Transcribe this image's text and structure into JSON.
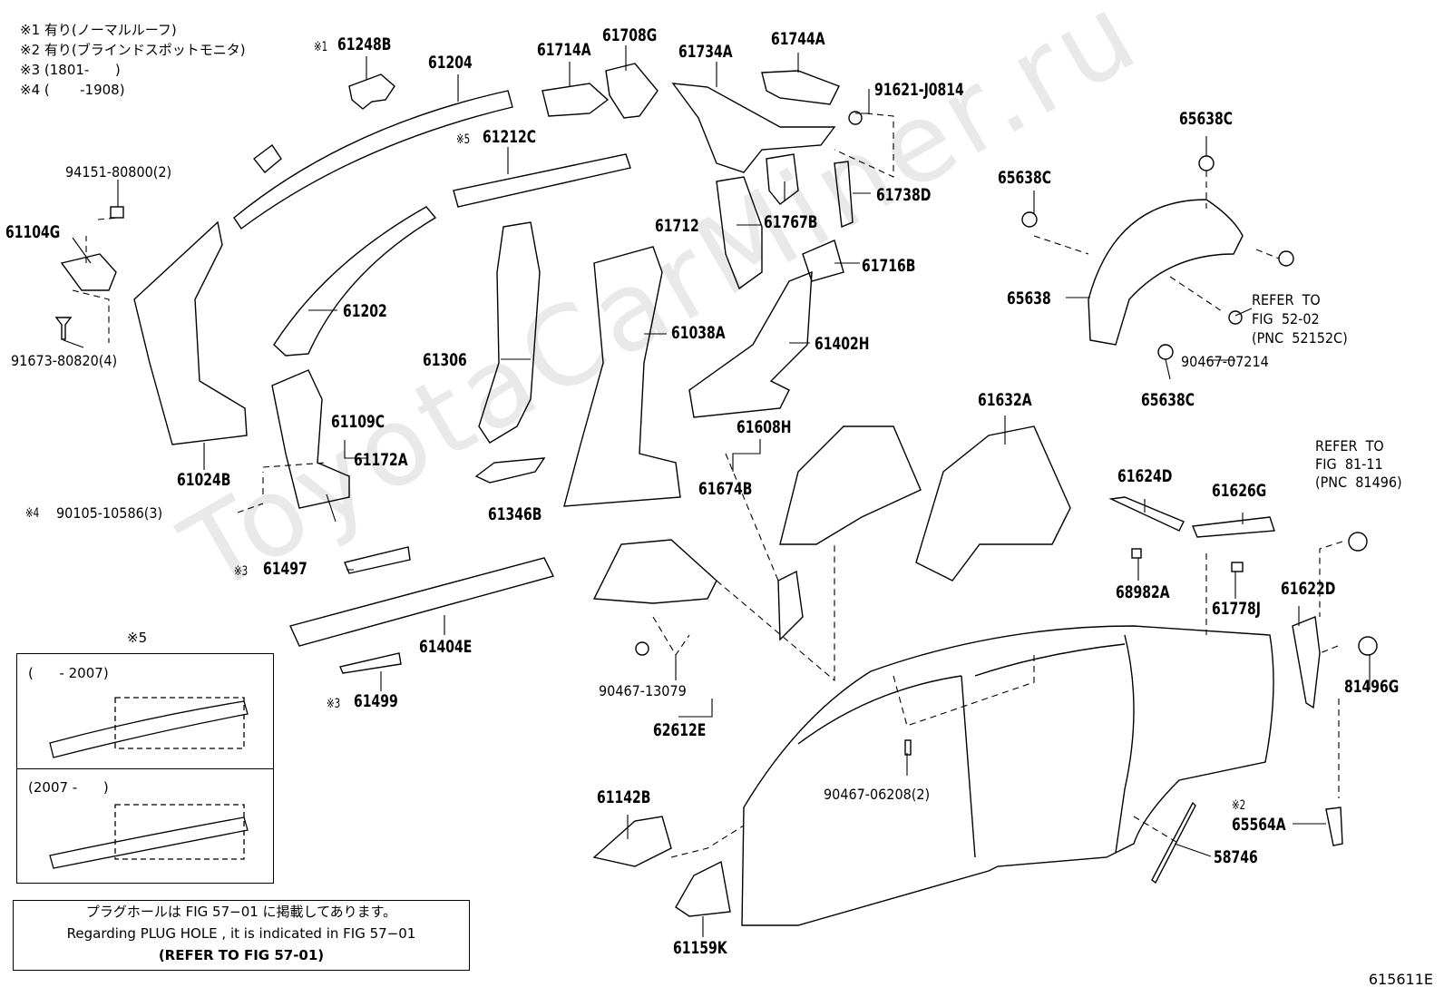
{
  "notes": [
    "※1 有り(ノーマルルーフ)",
    "※2 有り(ブラインドスポットモニタ)",
    "※3 (1801-      )",
    "※4 (       -1908)"
  ],
  "watermark": "ToyotaCarMiner.ru",
  "labels": {
    "p61248B": "61248B",
    "m1": "※1",
    "p61204": "61204",
    "p61714A": "61714A",
    "p61708G": "61708G",
    "p61734A": "61734A",
    "p61744A": "61744A",
    "p91621": "91621-J0814",
    "p61212C": "61212C",
    "m5a": "※5",
    "p65638C_a": "65638C",
    "p65638C_b": "65638C",
    "p94151": "94151-80800(2)",
    "p61104G": "61104G",
    "p61712": "61712",
    "p61767B": "61767B",
    "p61738D": "61738D",
    "p61716B": "61716B",
    "p65638": "65638",
    "refer1_a": "REFER  TO",
    "refer1_b": "FIG  52-02",
    "refer1_c": "(PNC  52152C)",
    "p61202": "61202",
    "p91673": "91673-80820(4)",
    "p61306": "61306",
    "p61038A": "61038A",
    "p61402H": "61402H",
    "p90467_07214": "90467-07214",
    "p65638C_c": "65638C",
    "p61632A": "61632A",
    "p61109C": "61109C",
    "p61172A": "61172A",
    "p61024B": "61024B",
    "p61608H": "61608H",
    "p61674B": "61674B",
    "refer2_a": "REFER  TO",
    "refer2_b": "FIG  81-11",
    "refer2_c": "(PNC  81496)",
    "p61624D": "61624D",
    "p61626G": "61626G",
    "p90105": "90105-10586(3)",
    "m4": "※4",
    "p61346B": "61346B",
    "p61497": "61497",
    "m3a": "※3",
    "p68982A": "68982A",
    "p61778J": "61778J",
    "p61622D": "61622D",
    "p61404E": "61404E",
    "m5b": "※5",
    "p81496G": "81496G",
    "p90467_13079": "90467-13079",
    "p61499": "61499",
    "m3b": "※3",
    "p62612E": "62612E",
    "p90467_06208": "90467-06208(2)",
    "p61142B": "61142B",
    "p65564A": "65564A",
    "m2": "※2",
    "p58746": "58746",
    "p61159K": "61159K"
  },
  "inset": {
    "row1": "(      - 2007)",
    "row2": "(2007 -      )"
  },
  "plug_note": {
    "line1": "プラグホールは FIG 57−01 に掲載してあります。",
    "line2": "Regarding  PLUG  HOLE , it is indicated in  FIG  57−01",
    "line3": "(REFER  TO  FIG  57-01)"
  },
  "doc_id": "615611E"
}
